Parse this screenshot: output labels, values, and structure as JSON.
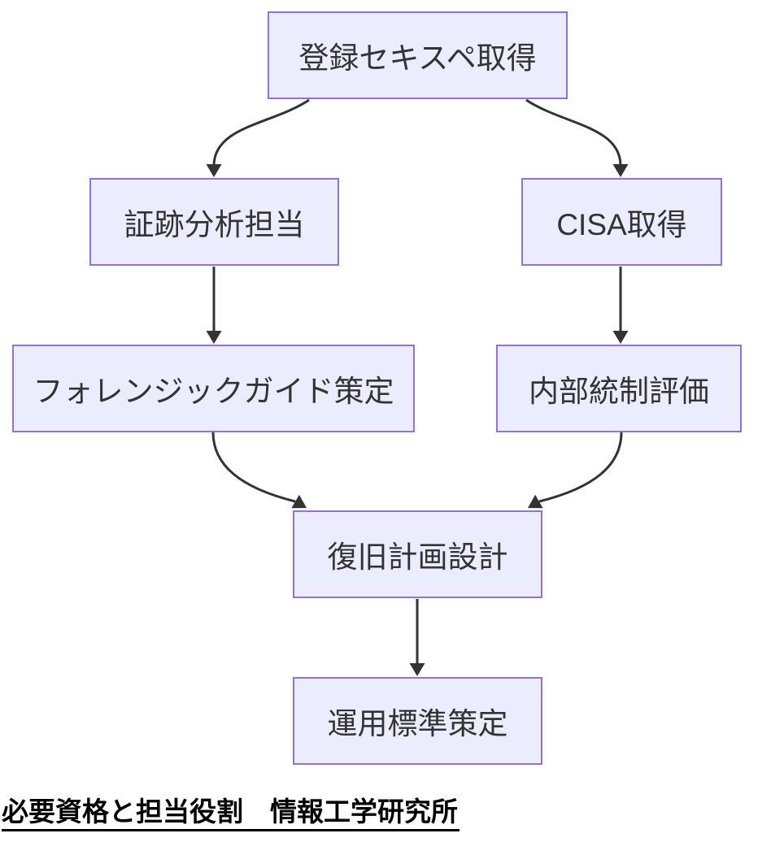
{
  "diagram": {
    "type": "flowchart-top-down",
    "nodes": [
      {
        "id": "n1",
        "label": "登録セキスペ取得"
      },
      {
        "id": "n2",
        "label": "証跡分析担当"
      },
      {
        "id": "n3",
        "label": "CISA取得"
      },
      {
        "id": "n4",
        "label": "フォレンジックガイド策定"
      },
      {
        "id": "n5",
        "label": "内部統制評価"
      },
      {
        "id": "n6",
        "label": "復旧計画設計"
      },
      {
        "id": "n7",
        "label": "運用標準策定"
      }
    ],
    "edges": [
      {
        "from": "登録セキスペ取得",
        "to": "証跡分析担当"
      },
      {
        "from": "登録セキスペ取得",
        "to": "CISA取得"
      },
      {
        "from": "証跡分析担当",
        "to": "フォレンジックガイド策定"
      },
      {
        "from": "CISA取得",
        "to": "内部統制評価"
      },
      {
        "from": "フォレンジックガイド策定",
        "to": "復旧計画設計"
      },
      {
        "from": "内部統制評価",
        "to": "復旧計画設計"
      },
      {
        "from": "復旧計画設計",
        "to": "運用標準策定"
      }
    ],
    "caption": "必要資格と担当役割　情報工学研究所"
  },
  "theme": {
    "page_bg": "#ffffff",
    "node_fill": "#ECECFF",
    "node_border": "#9370DB",
    "edge_color": "#333333",
    "text_color": "#333333",
    "caption_color": "#000000"
  }
}
